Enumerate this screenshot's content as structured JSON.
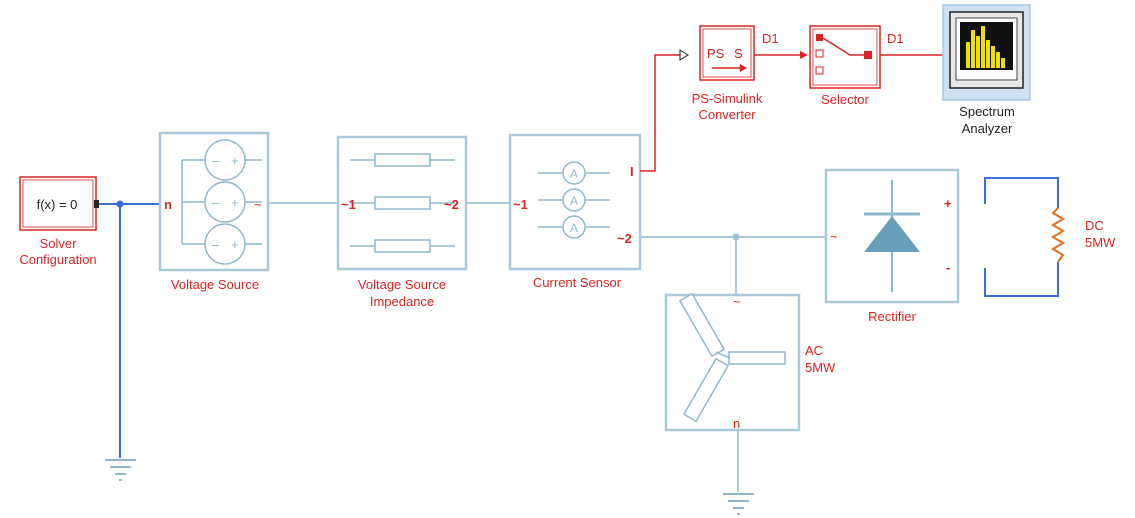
{
  "solver": {
    "text": "f(x) = 0",
    "label_line1": "Solver",
    "label_line2": "Configuration"
  },
  "voltage_source": {
    "label": "Voltage Source",
    "port_n": "n",
    "port_out": "~"
  },
  "impedance": {
    "label_line1": "Voltage Source",
    "label_line2": "Impedance",
    "port_in": "~1",
    "port_out": "~2"
  },
  "current_sensor": {
    "label": "Current Sensor",
    "port_in": "~1",
    "port_out": "~2",
    "port_i": "I",
    "meter": "A"
  },
  "ps_converter": {
    "text_ps": "PS",
    "text_s": "S",
    "label_line1": "PS-Simulink",
    "label_line2": "Converter"
  },
  "selector": {
    "label": "Selector"
  },
  "spectrum": {
    "label_line1": "Spectrum",
    "label_line2": "Analyzer"
  },
  "signals": {
    "d1_a": "D1",
    "d1_b": "D1"
  },
  "rectifier": {
    "label": "Rectifier",
    "port_in": "~",
    "port_plus": "+",
    "port_minus": "-"
  },
  "dc_load": {
    "line1": "DC",
    "line2": "5MW"
  },
  "ac_load": {
    "line1": "AC",
    "line2": "5MW",
    "port_top": "~",
    "port_bottom": "n"
  }
}
